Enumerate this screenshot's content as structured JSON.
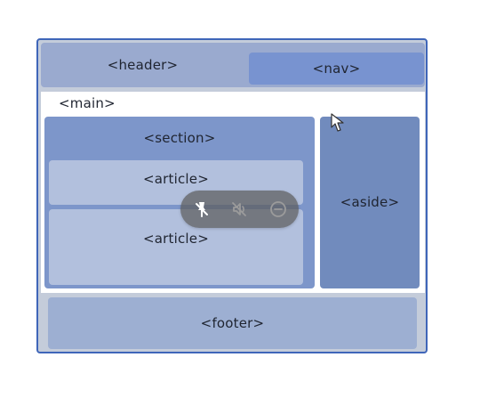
{
  "diagram": {
    "labels": {
      "header": "<header>",
      "nav": "<nav>",
      "main": "<main>",
      "section": "<section>",
      "article_1": "<article>",
      "article_2": "<article>",
      "aside": "<aside>",
      "footer": "<footer>"
    },
    "colors": {
      "frame_border": "#3f66b9",
      "frame_fill": "#c4ccda",
      "header": "#9aaacf",
      "nav": "#7893d0",
      "main": "#ffffff",
      "section": "#7d96ca",
      "article": "#b2c0dd",
      "aside": "#718bbd",
      "footer": "#9dafd2",
      "toolbar": "#5c5c5c"
    }
  },
  "overlay_toolbar": {
    "icons": [
      "pin-off-icon",
      "mute-icon",
      "minus-circle-icon"
    ]
  },
  "cursor": {
    "icon": "cursor-icon"
  }
}
